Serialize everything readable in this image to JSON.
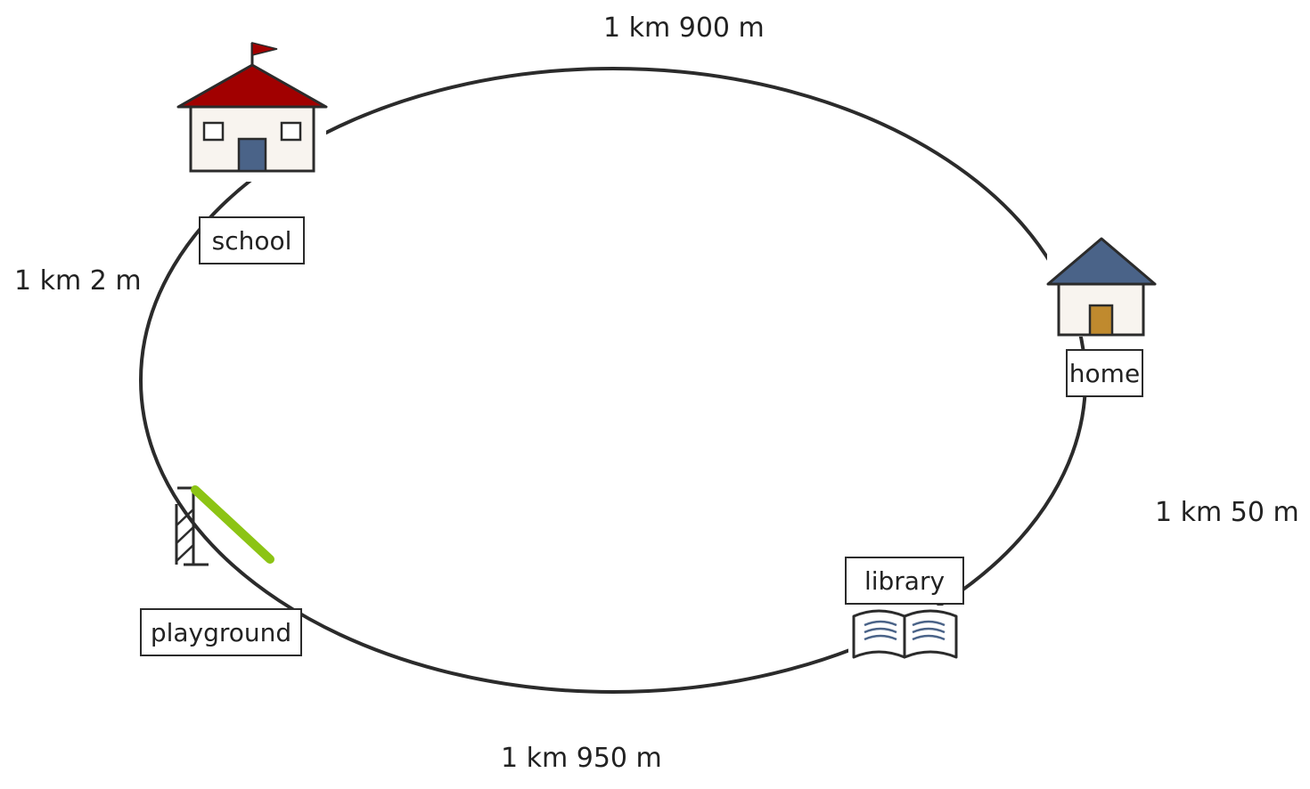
{
  "colors": {
    "route": "#2b2b2b",
    "school_roof": "#a10000",
    "school_door": "#4a6388",
    "home_roof": "#4a6388",
    "home_door": "#c08a2e",
    "building_wall": "#f8f4ef",
    "slide": "#8cc414",
    "book_lines": "#4a6388"
  },
  "places": {
    "school": "school",
    "home": "home",
    "library": "library",
    "playground": "playground"
  },
  "distances": {
    "school_home": "1 km 900 m",
    "home_library": "1 km 50 m",
    "library_playground": "1 km 950 m",
    "playground_school": "1 km 2 m"
  },
  "icons": {
    "school": "school-building-icon",
    "home": "house-icon",
    "library": "open-book-icon",
    "playground": "slide-icon"
  }
}
